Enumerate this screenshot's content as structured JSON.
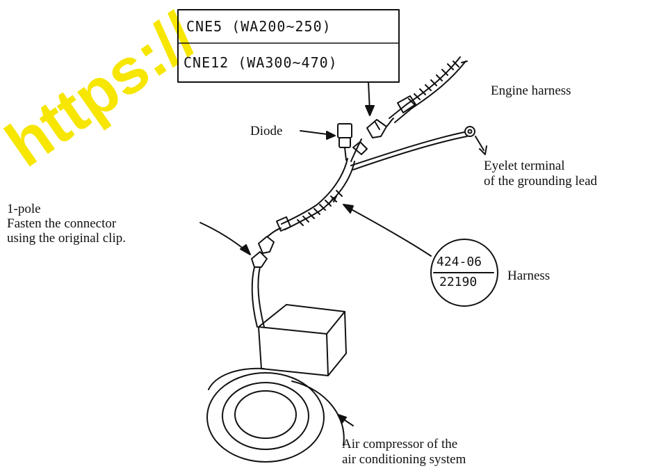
{
  "watermark": "https://",
  "connector_box": {
    "line1": "CNE5 (WA200~250)",
    "line2": "CNE12 (WA300~470)"
  },
  "labels": {
    "engine_harness": "Engine harness",
    "diode": "Diode",
    "eyelet_line1": "Eyelet terminal",
    "eyelet_line2": "of the grounding lead",
    "pole_line1": "1-pole",
    "pole_line2": "Fasten the connector",
    "pole_line3": "using the original clip.",
    "harness": "Harness",
    "compressor_line1": "Air compressor of the",
    "compressor_line2": "air conditioning system"
  },
  "part_number": {
    "top": "424-06",
    "bottom": "22190"
  }
}
